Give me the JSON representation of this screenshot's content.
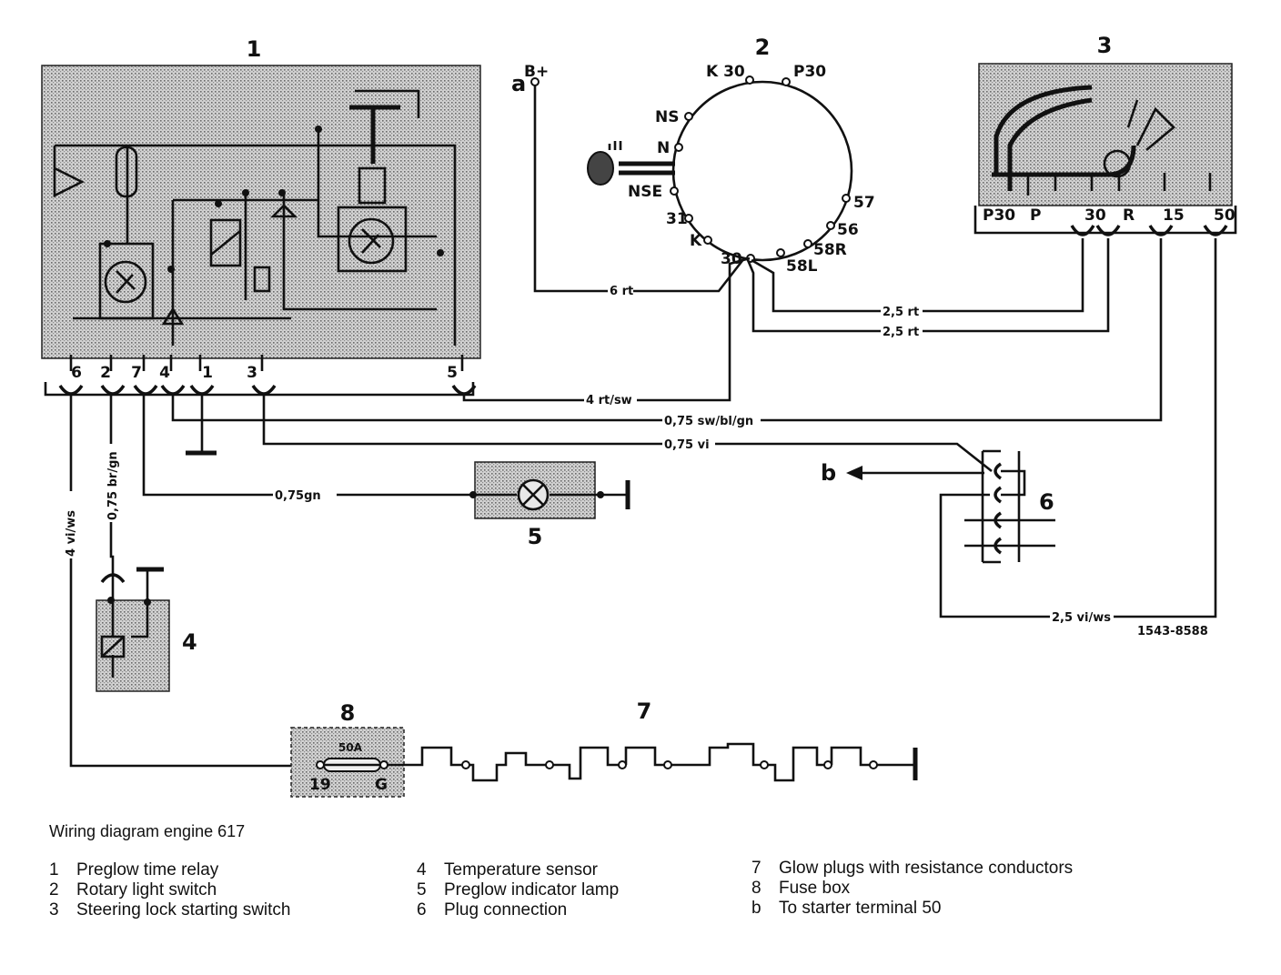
{
  "components": {
    "c1": "1",
    "c2": "2",
    "c3": "3",
    "c4": "4",
    "c5": "5",
    "c6": "6",
    "c7": "7",
    "c8": "8"
  },
  "switch_terminals": {
    "k30": "K 30",
    "p30": "P30",
    "ns": "NS",
    "n": "N",
    "nse": "NSE",
    "t31": "31",
    "k": "K",
    "t30": "30",
    "t57": "57",
    "t56": "56",
    "t58r": "58R",
    "t58l": "58L"
  },
  "lock_terminals": [
    "P30",
    "P",
    "30",
    "R",
    "15",
    "50"
  ],
  "relay_terminals": [
    "6",
    "2",
    "7",
    "4",
    "1",
    "3",
    "5"
  ],
  "points": {
    "a": "a",
    "bplus": "B+",
    "b": "b"
  },
  "wires": {
    "w6rt": "6 rt",
    "w25rt_a": "2,5 rt",
    "w25rt_b": "2,5 rt",
    "w4rtsw": "4 rt/sw",
    "w075swblgn": "0,75 sw/bl/gn",
    "w075vi": "0,75 vi",
    "w075gn": "0,75gn",
    "w4viws": "4 vi/ws",
    "w075brgn": "0,75 br/gn",
    "w25viws": "2,5 vi/ws"
  },
  "fuse": {
    "rating": "50A",
    "t19": "19",
    "tg": "G"
  },
  "code": "1543-8588",
  "title": "Wiring diagram engine 617",
  "legend": [
    {
      "key": "1",
      "text": "Preglow time relay"
    },
    {
      "key": "2",
      "text": "Rotary light switch"
    },
    {
      "key": "3",
      "text": "Steering lock starting switch"
    },
    {
      "key": "4",
      "text": "Temperature sensor"
    },
    {
      "key": "5",
      "text": "Preglow indicator lamp"
    },
    {
      "key": "6",
      "text": "Plug connection"
    },
    {
      "key": "7",
      "text": "Glow plugs with resistance conductors"
    },
    {
      "key": "8",
      "text": "Fuse box"
    },
    {
      "key": "b",
      "text": "To starter terminal 50"
    }
  ]
}
